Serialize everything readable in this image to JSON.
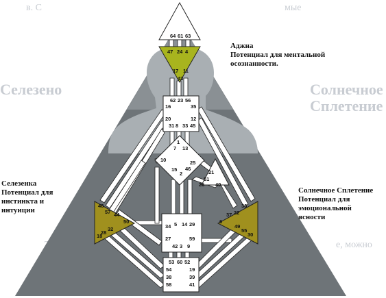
{
  "labels": {
    "ajna": {
      "title": "Аджна",
      "lines": [
        "Потенциал для ментальной",
        "осознанности."
      ]
    },
    "spleen": {
      "title": "Селезенка",
      "lines": [
        "Потенциал для",
        "инстинкта и",
        "интуиции"
      ]
    },
    "solar": {
      "title": "Солнечное Сплетение",
      "lines": [
        "Потенциал для",
        "эмоциональной",
        "ясности"
      ]
    }
  },
  "background_text": {
    "top_left": "в. С",
    "top_right": "мые",
    "mid": "Селезено",
    "mid_right": "Солнечное",
    "mid_right2": "Сплетение",
    "bottom_left": "Тлер",
    "bottom_right": "е, можно"
  },
  "colors": {
    "background_triangle": "#6e7478",
    "silhouette": "#aab0b4",
    "center_white": "#ffffff",
    "center_defined": "#a8b41e",
    "center_defined_dark": "#6a5a0c",
    "channel_white": "#ffffff",
    "outline": "#222222"
  },
  "centers": {
    "head": {
      "gates": [
        "64",
        "61",
        "63"
      ]
    },
    "ajna": {
      "gates": [
        "47",
        "24",
        "4",
        "17",
        "11",
        "43"
      ]
    },
    "throat": {
      "gates": [
        "62",
        "23",
        "56",
        "16",
        "35",
        "20",
        "12",
        "31",
        "8",
        "33",
        "45"
      ]
    },
    "g": {
      "gates": [
        "1",
        "7",
        "13",
        "10",
        "15",
        "2",
        "25",
        "46"
      ]
    },
    "heart": {
      "gates": [
        "21",
        "51",
        "26",
        "40"
      ]
    },
    "sacral": {
      "gates": [
        "34",
        "5",
        "14",
        "29",
        "27",
        "59",
        "42",
        "3",
        "9"
      ]
    },
    "root": {
      "gates": [
        "53",
        "60",
        "52",
        "54",
        "19",
        "38",
        "39",
        "58",
        "41"
      ]
    },
    "spleen": {
      "gates": [
        "48",
        "57",
        "44",
        "50",
        "32",
        "28",
        "18"
      ]
    },
    "solar": {
      "gates": [
        "36",
        "22",
        "37",
        "6",
        "49",
        "55",
        "30"
      ]
    }
  }
}
